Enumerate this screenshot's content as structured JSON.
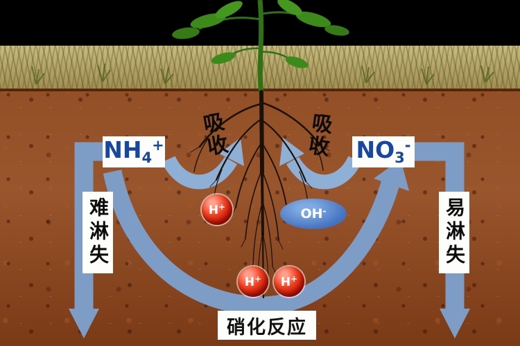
{
  "labels": {
    "ammonium": {
      "base": "NH",
      "sub": "4",
      "sup": "+"
    },
    "nitrate": {
      "base": "NO",
      "sub": "3",
      "sup": "-"
    },
    "absorb_left": "吸收",
    "absorb_right": "吸收",
    "hard_leach": "难淋失",
    "easy_leach": "易淋失",
    "nitrification": "硝化反应",
    "hydrogen_left": {
      "base": "H",
      "sup": "+"
    },
    "hydrogen_bottom_1": {
      "base": "H",
      "sup": "+"
    },
    "hydrogen_bottom_2": {
      "base": "H",
      "sup": "+"
    },
    "hydroxide": {
      "base": "OH",
      "sup": "-"
    }
  },
  "colors": {
    "arrow": "#7d9cc6",
    "arrow_light": "#8fb0d6",
    "ion_red": "#b80e00",
    "ion_blue": "#4a77c4",
    "chem_label_blue": "#17479e",
    "soil": "#8f4d24",
    "box_background": "#fdfdfb",
    "sky": "#000000"
  }
}
